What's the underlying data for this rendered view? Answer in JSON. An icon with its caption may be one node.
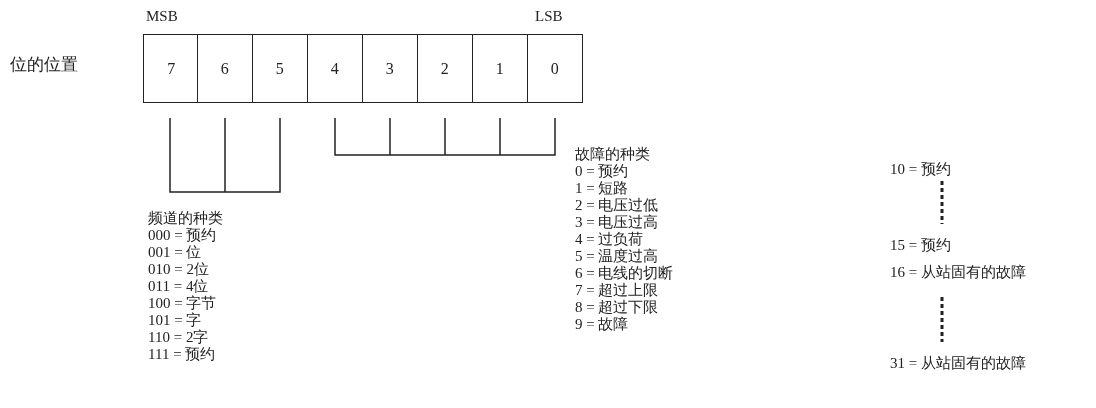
{
  "diagram": {
    "nodes": [
      {
        "text": [
          "7"
        ]
      },
      {
        "text": [
          "6"
        ]
      },
      {
        "text": [
          "5"
        ]
      },
      {
        "text": [
          "4"
        ]
      },
      {
        "text": [
          "3"
        ]
      },
      {
        "text": [
          "2"
        ]
      },
      {
        "text": [
          "1"
        ]
      },
      {
        "text": [
          "0"
        ]
      }
    ],
    "labels": [
      "MSB",
      "LSB",
      "位的位置",
      "故障的种类",
      "0 = 预约",
      "1 = 短路",
      "2 = 电压过低",
      "3 = 电压过高",
      "4 = 过负荷",
      "5 = 温度过高",
      "6 = 电线的切断",
      "7 = 超过上限",
      "8 = 超过下限",
      "9 = 故障",
      "10 = 预约",
      "15 = 预约",
      "16 = 从站固有的故障",
      "31 = 从站固有的故障",
      "频道的种类",
      "000 = 预约",
      "001 = 位",
      "010 = 2位",
      "011 = 4位",
      "100 = 字节",
      "101 = 字",
      "110 = 2字",
      "111 = 预约"
    ]
  }
}
